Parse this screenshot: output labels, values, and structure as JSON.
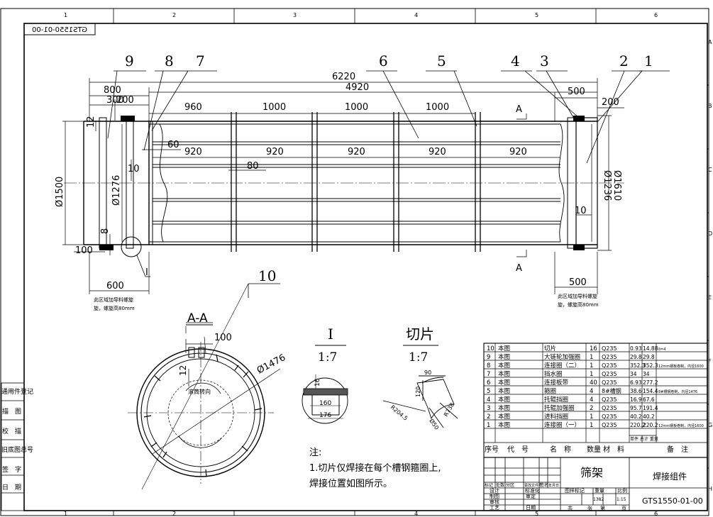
{
  "border": {
    "columns_top": [
      "1",
      "2",
      "3",
      "4",
      "5",
      "6"
    ],
    "columns_bottom": [
      "1",
      "2",
      "3",
      "4",
      "5",
      "6"
    ],
    "rows_right": [
      "A",
      "B",
      "C",
      "D",
      "E",
      "F",
      "G",
      "H"
    ]
  },
  "mirror_code": "GTS1550-01-00",
  "callouts": [
    "9",
    "8",
    "7",
    "6",
    "5",
    "4",
    "3",
    "2",
    "1",
    "10"
  ],
  "dims": {
    "overall": "6220",
    "inner": "4920",
    "left_800": "800",
    "left_300": "300",
    "left_200": "200",
    "right_500_top": "500",
    "right_200": "200",
    "spacing_960": "960",
    "spacing_1000_a": "1000",
    "spacing_1000_b": "1000",
    "spacing_1000_c": "1000",
    "bay_60": "60",
    "bay_920": [
      "920",
      "920",
      "920",
      "920",
      "920"
    ],
    "d1500": "Ø1500",
    "d1276": "Ø1276",
    "d1236": "Ø1236",
    "d1610": "Ø1610",
    "h12": "12",
    "h10_left": "10",
    "w80": "80",
    "h8": "8",
    "w100": "100",
    "w10_right": "10",
    "w600": "600",
    "w500_bottom": "500"
  },
  "section_marks": {
    "top": "A",
    "bottom": "A"
  },
  "detail_mark": "I",
  "notes_area": {
    "left": "此区域加导料螺旋，螺旋高80mm",
    "right": "此区域加导料螺旋，螺旋高80mm"
  },
  "section_view": {
    "title": "A-A",
    "dim_100": "100",
    "dim_12": "12",
    "dia": "Ø1476",
    "rotation": "滚筒转向"
  },
  "detail_view": {
    "title": "I",
    "scale": "1:7",
    "dim_16": "16",
    "dim_160": "160",
    "dim_176": "176"
  },
  "slice_view": {
    "title": "切片",
    "scale": "1:7",
    "dim_90": "90",
    "dim_120": "120",
    "r1": "R204.5",
    "r2": "Ø50",
    "r3": "R738"
  },
  "note": {
    "label": "注:",
    "line1": "1.切片仅焊接在每个槽钢箍圈上,",
    "line2": "焊接位置如图所示。"
  },
  "left_strip": [
    "通用件登记",
    "描　图",
    "校　描",
    "旧底图总号",
    "签　字",
    "日　期"
  ],
  "bom": {
    "rows": [
      {
        "no": "10",
        "code": "本图",
        "name": "切片",
        "qty": "16",
        "mat": "Q235",
        "w1": "0.93",
        "w2": "14.88",
        "note": "δ=4"
      },
      {
        "no": "9",
        "code": "本图",
        "name": "大链轮加强圈",
        "qty": "1",
        "mat": "Q235",
        "w1": "29.8",
        "w2": "29.8",
        "note": ""
      },
      {
        "no": "8",
        "code": "本图",
        "name": "连接圈（二）",
        "qty": "1",
        "mat": "Q235",
        "w1": "352.3",
        "w2": "352.3",
        "note": "12mm钢板卷制，内径1600"
      },
      {
        "no": "7",
        "code": "本图",
        "name": "挡水圈",
        "qty": "1",
        "mat": "Q235",
        "w1": "34",
        "w2": "34",
        "note": ""
      },
      {
        "no": "6",
        "code": "本图",
        "name": "连接板带",
        "qty": "40",
        "mat": "Q235",
        "w1": "6.93",
        "w2": "277.2",
        "note": ""
      },
      {
        "no": "5",
        "code": "本图",
        "name": "箍圈",
        "qty": "4",
        "mat": "8#槽钢",
        "w1": "38.6",
        "w2": "154.4",
        "note": "8#槽钢卷制，内径1476"
      },
      {
        "no": "4",
        "code": "本图",
        "name": "托辊挡圈",
        "qty": "4",
        "mat": "Q235",
        "w1": "16.9",
        "w2": "67.6",
        "note": ""
      },
      {
        "no": "3",
        "code": "本图",
        "name": "托辊加强圈",
        "qty": "2",
        "mat": "Q235",
        "w1": "95.7",
        "w2": "191.4",
        "note": ""
      },
      {
        "no": "2",
        "code": "本图",
        "name": "进料挡圈",
        "qty": "1",
        "mat": "Q235",
        "w1": "40.2",
        "w2": "40.2",
        "note": ""
      },
      {
        "no": "1",
        "code": "本图",
        "name": "连接圈（一）",
        "qty": "1",
        "mat": "Q235",
        "w1": "220.2",
        "w2": "220.2",
        "note": "12mm钢板卷制，内径1600"
      }
    ],
    "header": {
      "no": "序号",
      "code": "代　号",
      "name": "名　称",
      "qty": "数量",
      "mat": "材　料",
      "weight": "单件 总计 重量",
      "note": "备　注"
    }
  },
  "title_block": {
    "name": "筛架",
    "subtitle": "焊接组件",
    "code": "GTS1550-01-00",
    "row_labels": [
      "标记",
      "处数",
      "分区",
      "更改文件号",
      "签名",
      "年月日"
    ],
    "roles": [
      "设计",
      "制图",
      "审核",
      "工艺"
    ],
    "std": "标准化",
    "approve": "审定",
    "date_label": "日期",
    "stage": "图样标记",
    "weight_label": "重量",
    "scale_label": "比例",
    "weight_value": "1382",
    "scale_value": "1:15",
    "sheet_total": "共",
    "sheet_no": "第",
    "page": "张",
    "page2": "页"
  }
}
